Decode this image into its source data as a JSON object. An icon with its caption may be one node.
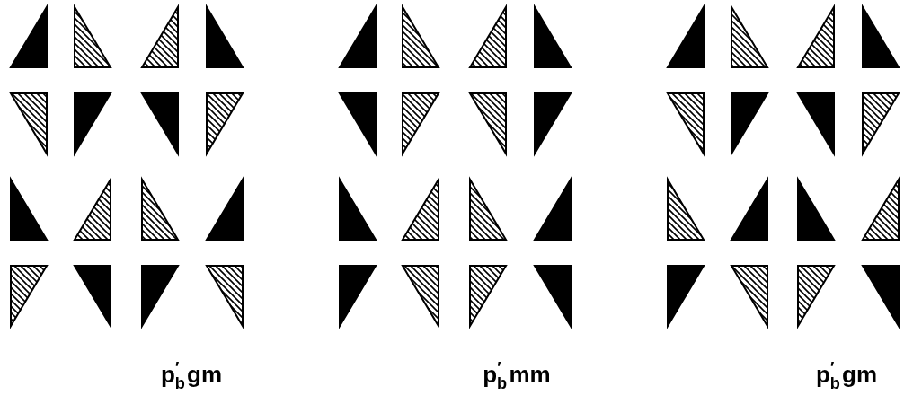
{
  "diagram": {
    "labels": [
      "p$^{′}$$_{b}$gm",
      "p$^{′}$$_{b}$mm",
      "p$^{′}$$_{b}$gm"
    ]
  }
}
